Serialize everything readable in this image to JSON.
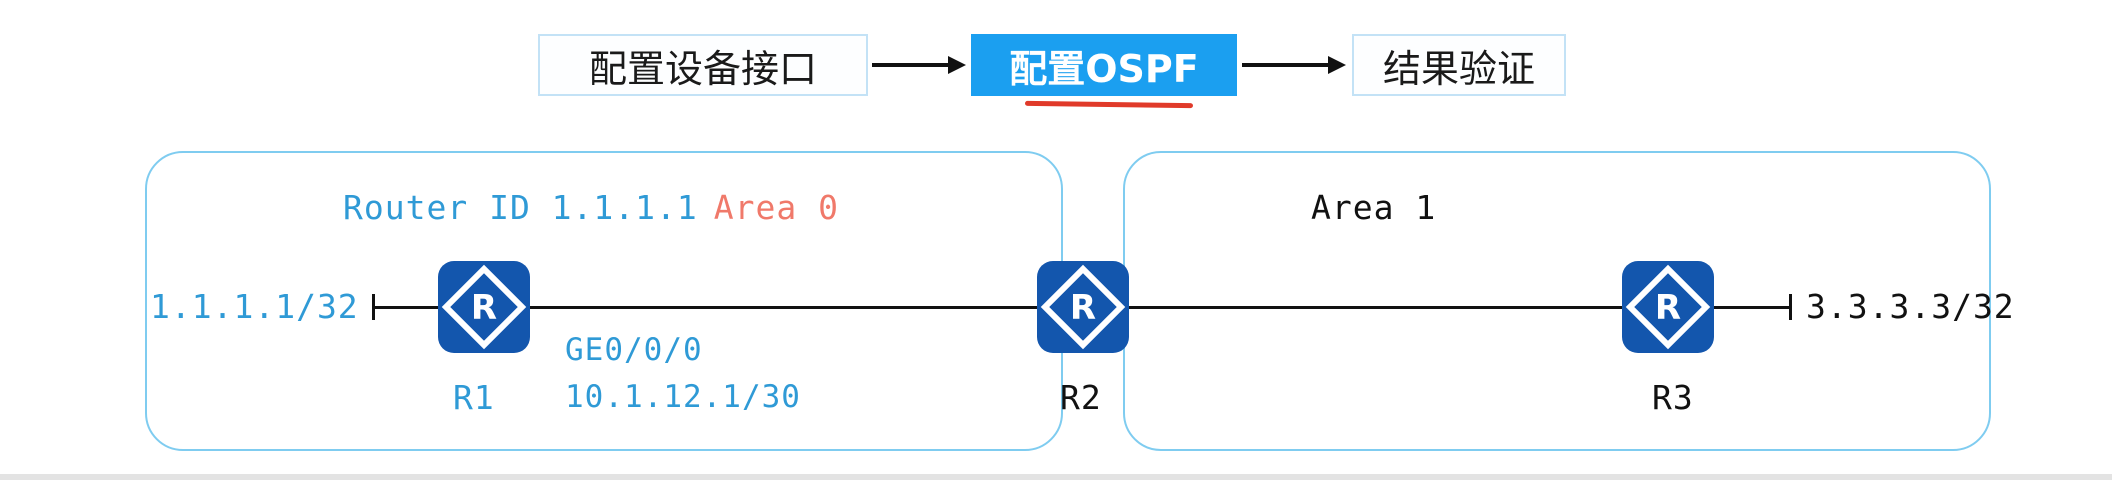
{
  "flow": {
    "steps": [
      {
        "label": "配置设备接口",
        "active": false
      },
      {
        "label": "配置OSPF",
        "active": true
      },
      {
        "label": "结果验证",
        "active": false
      }
    ]
  },
  "topology": {
    "area0": {
      "router_id_label": "Router ID 1.1.1.1",
      "area_label": "Area 0"
    },
    "area1": {
      "area_label": "Area 1"
    },
    "routers": [
      {
        "name": "R1",
        "icon_letter": "R"
      },
      {
        "name": "R2",
        "icon_letter": "R"
      },
      {
        "name": "R3",
        "icon_letter": "R"
      }
    ],
    "r1": {
      "interface": "GE0/0/0",
      "interface_ip": "10.1.12.1/30",
      "loopback": "1.1.1.1/32"
    },
    "r3": {
      "loopback": "3.3.3.3/32"
    }
  },
  "colors": {
    "accent-blue": "#1b9ff0",
    "router-blue": "#1356ad",
    "label-blue": "#2f9ad6",
    "area0-red": "#f0796a",
    "area-border": "#7fccf0",
    "flow-border": "#c3e2f6",
    "underline-red": "#e03a2a",
    "line-black": "#111111"
  }
}
